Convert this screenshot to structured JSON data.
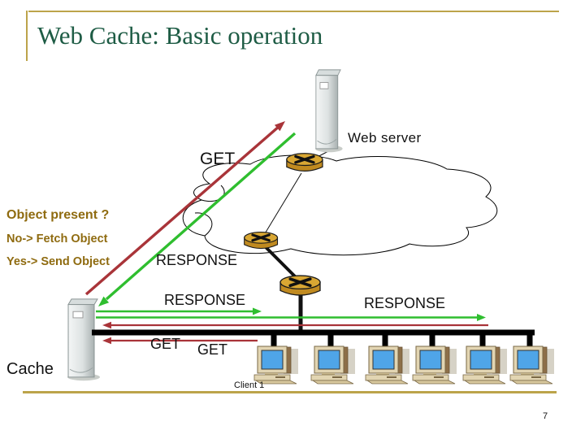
{
  "slide": {
    "title": "Web Cache: Basic operation",
    "page_number": "7"
  },
  "cache_logic": {
    "question": "Object present ?",
    "no_branch": "No-> Fetch Object",
    "yes_branch": "Yes-> Send Object"
  },
  "nodes": {
    "web_server_label": "Web server",
    "cache_label": "Cache",
    "client_label": "Client 1"
  },
  "messages": {
    "get_wan": "GET",
    "get_lan_left": "GET",
    "get_lan_right": "GET",
    "response_wan": "RESPONSE",
    "response_lan_short": "RESPONSE",
    "response_lan_long": "RESPONSE"
  },
  "icons": {
    "router": "router-icon (gold cylinder with black X)",
    "server_tower": "server-tower-icon (gray tower PC)",
    "client_pc": "client-pc-icon (desktop with blue screen)",
    "cloud": "network-cloud-outline"
  },
  "colors": {
    "title_green": "#1E5C45",
    "border_gold": "#BCA44A",
    "annotation_gold": "#8F6B10",
    "request_red": "#A93439",
    "response_green": "#2FBE2F",
    "router_gold": "#C08A20",
    "screen_blue": "#4FA5E8"
  }
}
